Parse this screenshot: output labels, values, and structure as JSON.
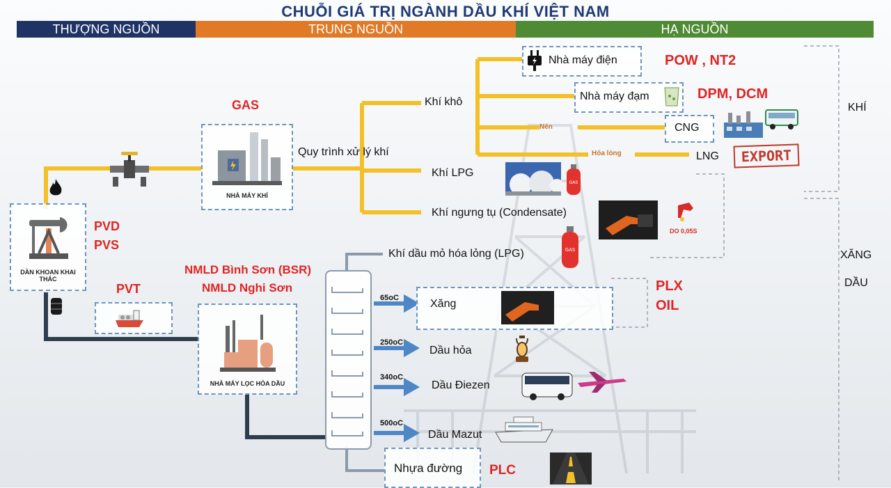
{
  "title": "CHUỖI GIÁ TRỊ NGÀNH DẦU KHÍ VIỆT NAM",
  "stages": {
    "upstream": "THƯỢNG NGUỒN",
    "midstream": "TRUNG NGUỒN",
    "downstream": "HẠ NGUỒN"
  },
  "colors": {
    "upstream": "#1f3464",
    "midstream": "#e07a26",
    "downstream": "#4f8a35",
    "gas_line": "#f4c028",
    "oil_line": "#2f3e4e",
    "red_text": "#e02424"
  },
  "nodes": {
    "rig": "DÀN KHOAN KHAI THÁC",
    "gas_plant": "NHÀ MÁY KHÍ",
    "refinery": "NHÀ MÁY LỌC HÓA DẦU",
    "gas": "GAS",
    "gas_process": "Quy trình xử lý khí",
    "dry_gas": "Khí khô",
    "lpg": "Khí LPG",
    "condensate": "Khí ngưng tụ (Condensate)",
    "power_plant": "Nhà máy điện",
    "fertilizer_plant": "Nhà máy đạm",
    "cng": "CNG",
    "lng": "LNG",
    "compressed": "Nén",
    "liquefied": "Hóa lỏng",
    "export": "EXPORT",
    "do_label": "DO 0,05S",
    "gas_tank_text": "GAS"
  },
  "companies": {
    "pvd": "PVD",
    "pvs": "PVS",
    "pvt": "PVT",
    "refineries_1": "NMLD Bình Sơn (BSR)",
    "refineries_2": "NMLD Nghi Sơn",
    "pow": "POW , NT2",
    "dpm": "DPM, DCM",
    "plx": "PLX",
    "oil": "OIL",
    "plc": "PLC"
  },
  "refined": {
    "lpg": "Khí dầu mỏ hóa lỏng (LPG)",
    "gasoline": "Xăng",
    "kerosene": "Dầu hỏa",
    "diesel": "Dầu Điezen",
    "mazut": "Dầu Mazut",
    "asphalt": "Nhựa đường",
    "t1": "65oC",
    "t2": "250oC",
    "t3": "340oC",
    "t4": "500oC"
  },
  "sides": {
    "gas": "KHÍ",
    "fuel_1": "XĂNG",
    "fuel_2": "DẦU"
  }
}
